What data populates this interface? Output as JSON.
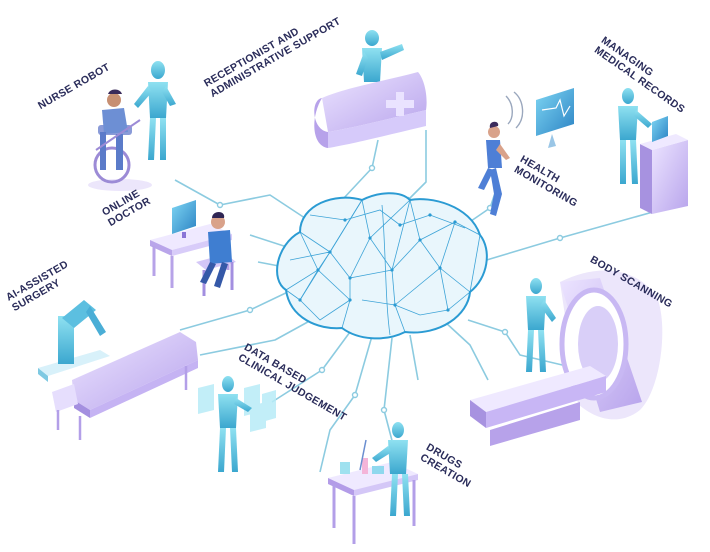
{
  "labels": {
    "nurse_robot": "NURSE ROBOT",
    "receptionist_1": "RECEPTIONIST AND",
    "receptionist_2": "ADMINISTRATIVE SUPPORT",
    "records_1": "MANAGING",
    "records_2": "MEDICAL RECORDS",
    "health_1": "HEALTH",
    "health_2": "MONITORING",
    "online_1": "ONLINE",
    "online_2": "DOCTOR",
    "surgery_1": "AI-ASSISTED",
    "surgery_2": "SURGERY",
    "scanning": "BODY SCANNING",
    "judgement_1": "DATA BASED",
    "judgement_2": "CLINICAL JUDGEMENT",
    "drugs_1": "DRUGS",
    "drugs_2": "CREATION"
  },
  "colors": {
    "circuit": "#8ccbe0",
    "brain": "#2b9bd3",
    "robot": "#5cc7e3",
    "furniture": "#c9b8f2",
    "text": "#2a2c5a"
  },
  "icons": [
    "brain-icon",
    "nurse-robot-icon",
    "receptionist-icon",
    "records-icon",
    "runner-icon",
    "doctor-icon",
    "surgery-robot-icon",
    "mri-scanner-icon",
    "judgement-robot-icon",
    "drugs-robot-icon"
  ]
}
